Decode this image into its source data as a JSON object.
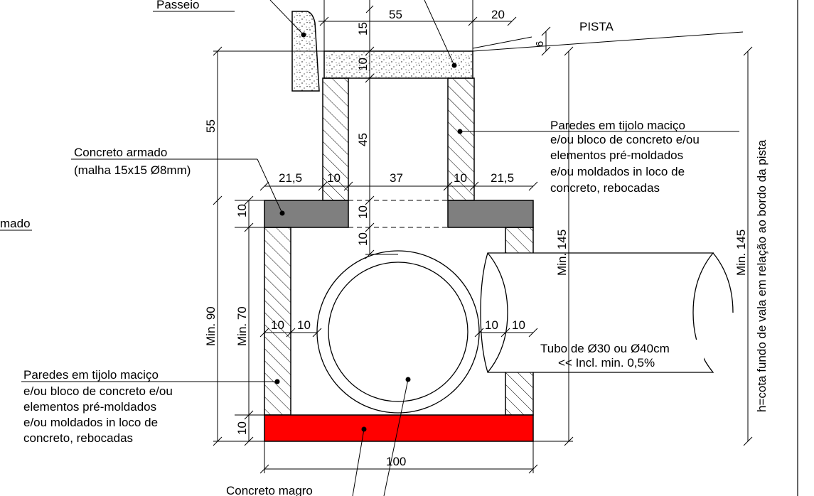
{
  "labels": {
    "passeio": "Passeio",
    "pista": "PISTA",
    "concreto_armado": "Concreto armado",
    "malha": "(malha 15x15 Ø8mm)",
    "armado_cut": "mado",
    "walls_left": [
      "Paredes em tijolo maciço",
      "e/ou bloco de concreto e/ou",
      "elementos pré-moldados",
      "e/ou moldados in loco de",
      "concreto, rebocadas"
    ],
    "walls_right": [
      "Paredes em tijolo maciço",
      "e/ou bloco de concreto e/ou",
      "elementos pré-moldados",
      "e/ou moldados in loco de",
      "concreto, rebocadas"
    ],
    "tubo_line1": "Tubo de Ø30 ou Ø40cm",
    "tubo_line2": "<< Incl. min. 0,5%",
    "concreto_magro": "Concreto magro",
    "side_note": "h=cota fundo de vala em relação ao bordo da pista"
  },
  "dimensions": {
    "top_55": "55",
    "top_20": "20",
    "v_15": "15",
    "v_6": "6",
    "v_10_cover": "10",
    "v_55": "55",
    "v_45": "45",
    "h_21_5_left": "21,5",
    "h_10_a": "10",
    "h_37": "37",
    "h_10_b": "10",
    "h_21_5_right": "21,5",
    "v_10_slab": "10",
    "v_10_opening": "10",
    "v_10_gap": "10",
    "min_145_inner": "Min. 145",
    "min_145_outer": "Min. 145",
    "min_90": "Min. 90",
    "min_70": "Min. 70",
    "h_10_wl1": "10",
    "h_10_wl2": "10",
    "h_10_wr1": "10",
    "h_10_wr2": "10",
    "v_10_base": "10",
    "h_100": "100"
  },
  "colors": {
    "line": "#000000",
    "slab": "#7f7f7f",
    "base": "#ff0000",
    "hatch": "#000000",
    "concrete_bg": "#ffffff"
  }
}
